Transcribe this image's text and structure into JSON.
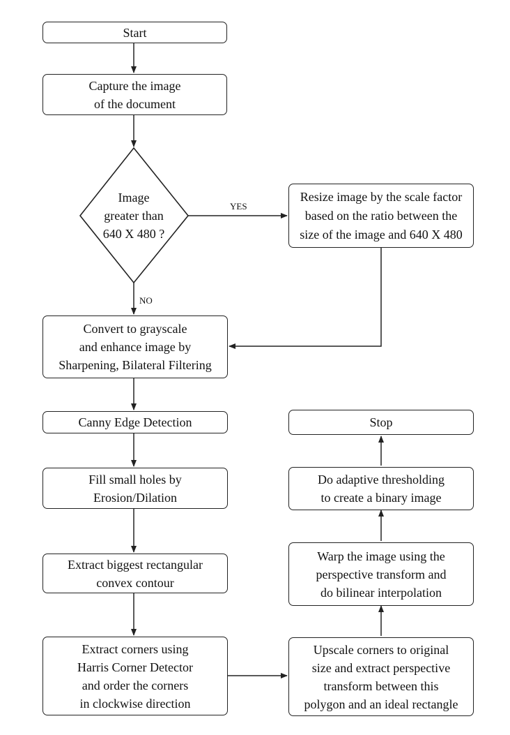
{
  "nodes": {
    "start": "Start",
    "capture": "Capture the image\nof the document",
    "decision": "Image\ngreater than\n640 X 480 ?",
    "resize": "Resize image by the scale factor\nbased on the ratio between the\nsize of the image and 640 X 480",
    "grayscale": "Convert to grayscale\nand enhance image by\nSharpening, Bilateral Filtering",
    "canny": "Canny Edge Detection",
    "fill": "Fill small holes by\nErosion/Dilation",
    "contour": "Extract biggest rectangular\nconvex contour",
    "corners": "Extract corners using\nHarris Corner Detector\nand order the corners\nin clockwise direction",
    "upscale": "Upscale corners to original\nsize and extract perspective\ntransform between this\npolygon and an ideal rectangle",
    "warp": "Warp the image using the\nperspective transform and\ndo bilinear interpolation",
    "threshold": "Do adaptive thresholding\nto create a binary image",
    "stop": "Stop"
  },
  "edge_labels": {
    "yes": "YES",
    "no": "NO"
  }
}
